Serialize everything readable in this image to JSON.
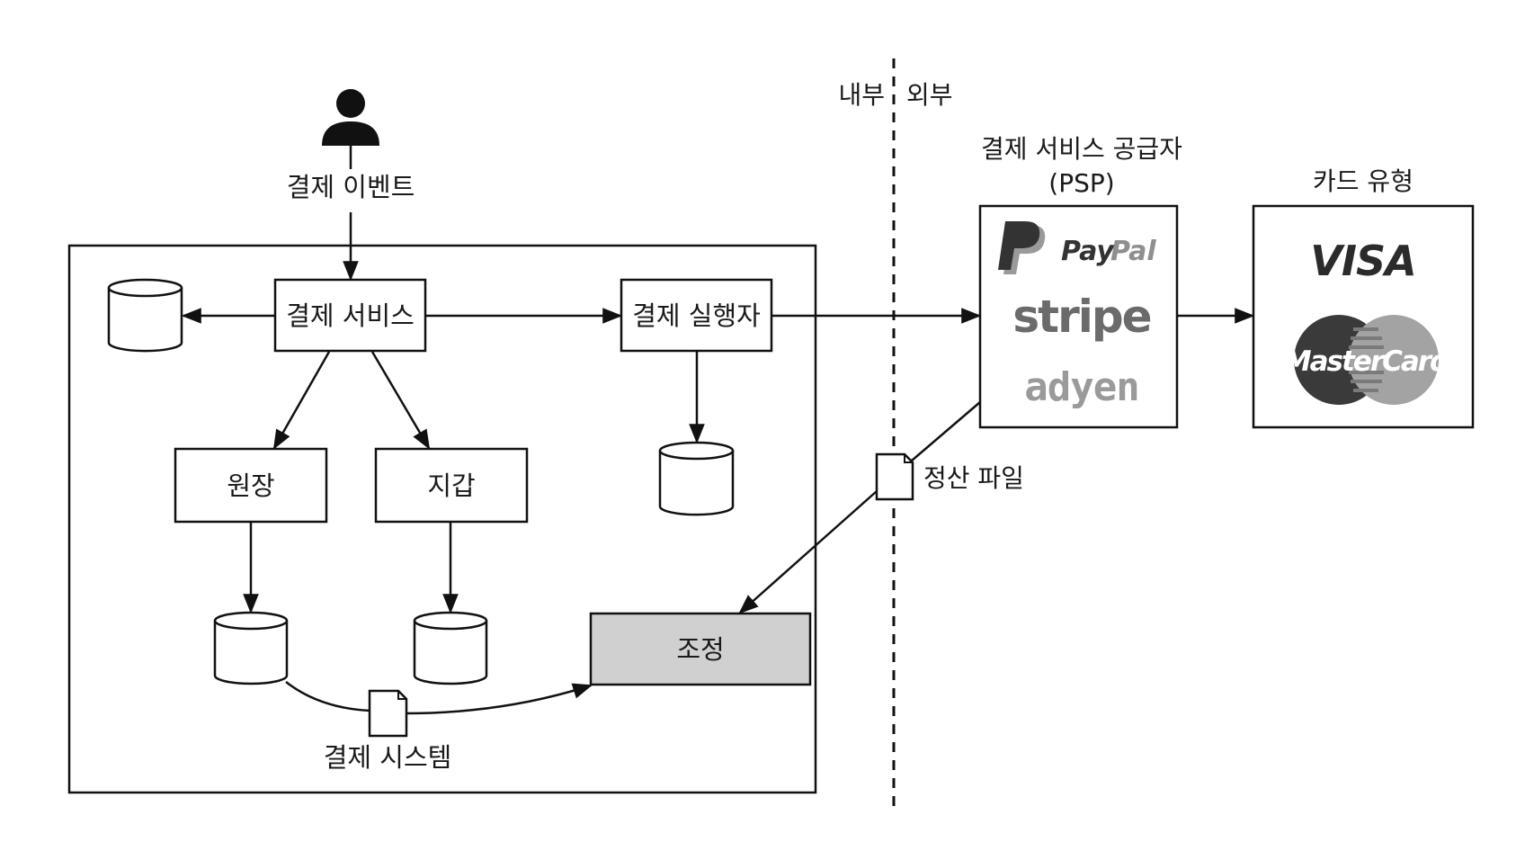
{
  "boundary": {
    "internal_label": "내부",
    "external_label": "외부"
  },
  "actor": {
    "icon": "user-icon",
    "label": "결제 이벤트"
  },
  "system": {
    "label": "결제 시스템",
    "components": {
      "payment_service": "결제 서비스",
      "payment_executor": "결제 실행자",
      "ledger": "원장",
      "wallet": "지갑",
      "reconciliation": "조정"
    },
    "icons": {
      "database": "database-icon",
      "file": "file-icon"
    }
  },
  "psp": {
    "title_line1": "결제 서비스 공급자",
    "title_line2": "(PSP)",
    "providers": {
      "paypal_pay": "Pay",
      "paypal_pal": "Pal",
      "stripe": "stripe",
      "adyen": "adyen"
    }
  },
  "card": {
    "title": "카드 유형",
    "brands": {
      "visa": "VISA",
      "mastercard": "MasterCard"
    }
  },
  "settlement": {
    "label": "정산 파일"
  },
  "colors": {
    "reconciliation_fill": "#d0d0d0",
    "stroke": "#111111"
  }
}
